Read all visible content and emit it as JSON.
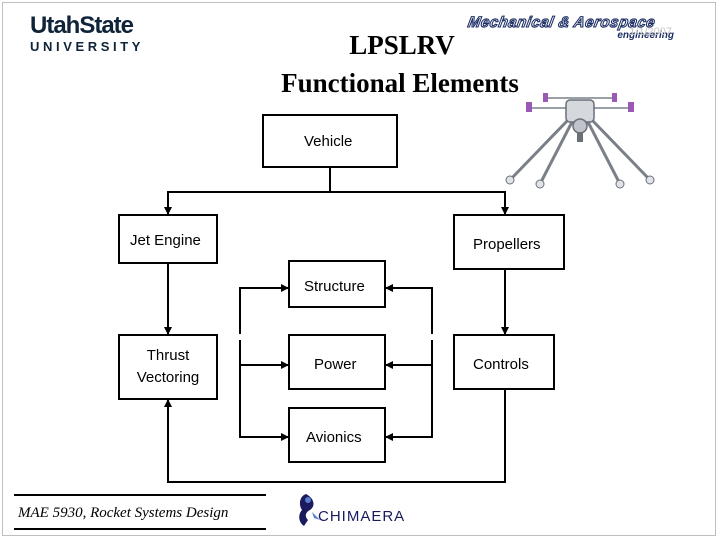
{
  "header": {
    "university_logo": {
      "line1": "UtahState",
      "line2": "UNIVERSITY"
    },
    "department_logo": {
      "line1": "Mechanical & Aerospace",
      "line2": "engineering"
    },
    "date": "1/1/2007",
    "title_line1": "LPSLRV",
    "title_line2": "Functional Elements"
  },
  "diagram": {
    "vehicle": "Vehicle",
    "jet_engine": "Jet Engine",
    "propellers": "Propellers",
    "structure": "Structure",
    "thrust_vectoring_line1": "Thrust",
    "thrust_vectoring_line2": "Vectoring",
    "power": "Power",
    "controls": "Controls",
    "avionics": "Avionics"
  },
  "footer": {
    "course": "MAE 5930, Rocket Systems Design",
    "team_logo": "CHIMAERA"
  },
  "colors": {
    "usu_navy": "#0f2439",
    "mae_blue": "#1e2f66",
    "chimaera_blue": "#1a1a5e"
  }
}
